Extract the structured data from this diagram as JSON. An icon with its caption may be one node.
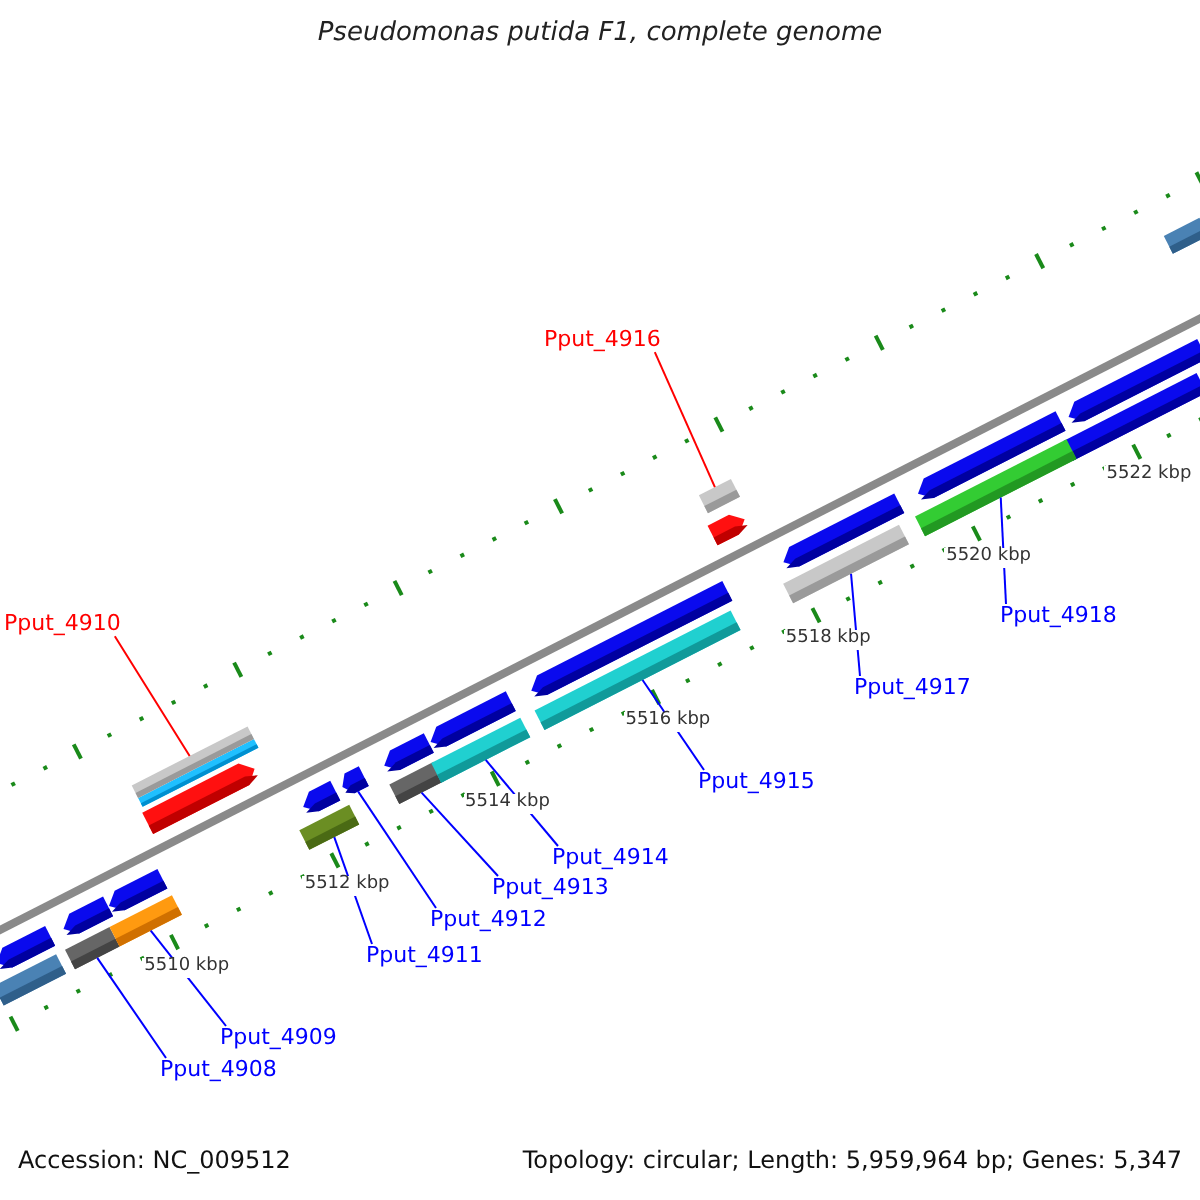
{
  "diagram": {
    "title": "Pseudomonas putida F1, complete genome",
    "nodes": [
      {
        "text": [
          "Pput_4916"
        ]
      },
      {
        "text": [
          "Pput_4918"
        ]
      },
      {
        "text": [
          "Pput_4910"
        ]
      },
      {
        "text": [
          "Pput_4917"
        ]
      },
      {
        "text": [
          "Pput_4915"
        ]
      },
      {
        "text": [
          "Pput_4914"
        ]
      },
      {
        "text": [
          "Pput_4913"
        ]
      },
      {
        "text": [
          "Pput_4912"
        ]
      },
      {
        "text": [
          "Pput_4911"
        ]
      },
      {
        "text": [
          "Pput_4909"
        ]
      },
      {
        "text": [
          "Pput_4908"
        ]
      },
      {
        "text": [],
        "shape": "bar"
      },
      {
        "text": [],
        "shape": "bar"
      },
      {
        "text": [],
        "shape": "bar"
      },
      {
        "text": [],
        "shape": "bar"
      },
      {
        "text": [],
        "shape": "bar"
      },
      {
        "text": [],
        "shape": "bar"
      },
      {
        "text": [],
        "shape": "bar"
      },
      {
        "text": [],
        "shape": "bar"
      },
      {
        "text": [],
        "shape": "bar"
      },
      {
        "text": [],
        "shape": "bar"
      },
      {
        "text": [],
        "shape": "bar"
      }
    ],
    "edges": [
      {
        "from": 0,
        "to": 19,
        "arrow": "none",
        "color": "#ff0000"
      },
      {
        "from": 1,
        "to": 21,
        "arrow": "none"
      },
      {
        "from": 2,
        "to": 13,
        "arrow": "none",
        "color": "#ff0000"
      },
      {
        "from": 3,
        "to": 20,
        "arrow": "none"
      },
      {
        "from": 4,
        "to": 18,
        "arrow": "none"
      },
      {
        "from": 5,
        "to": 17,
        "arrow": "none"
      },
      {
        "from": 6,
        "to": 16,
        "arrow": "none"
      },
      {
        "from": 7,
        "to": 15,
        "arrow": "none"
      },
      {
        "from": 8,
        "to": 14,
        "arrow": "none"
      },
      {
        "from": 9,
        "to": 12,
        "arrow": "none"
      },
      {
        "from": 10,
        "to": 11,
        "arrow": "none"
      }
    ],
    "labels": [
      "5510 kbp",
      "5512 kbp",
      "5514 kbp",
      "5516 kbp",
      "5518 kbp",
      "5520 kbp",
      "5522 kbp",
      "Accession: NC_009512",
      "Topology: circular; Length: 5,959,964 bp; Genes: 5,347"
    ]
  }
}
